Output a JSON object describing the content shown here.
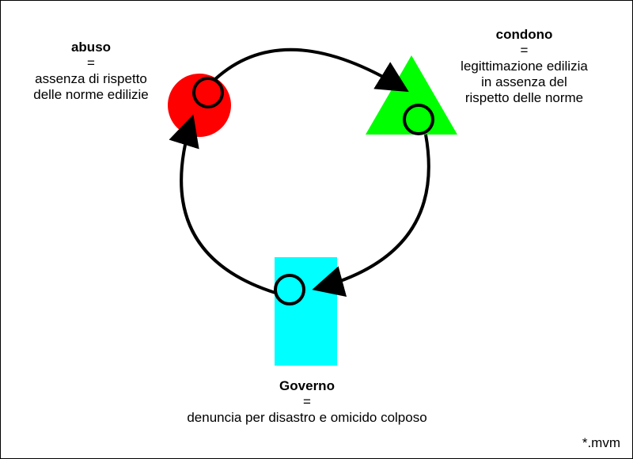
{
  "nodes": {
    "abuso": {
      "title": "abuso",
      "equals": "=",
      "lines": [
        "assenza di rispetto",
        "delle norme edilizie"
      ],
      "color": "#ff0000"
    },
    "condono": {
      "title": "condono",
      "equals": "=",
      "lines": [
        "legittimazione edilizia",
        "in assenza del",
        "rispetto delle norme"
      ],
      "color": "#00ff00"
    },
    "governo": {
      "title": "Governo",
      "equals": "=",
      "lines": [
        "denuncia per disastro e omicido colposo"
      ],
      "color": "#00ffff"
    }
  },
  "signature": "*.mvm"
}
